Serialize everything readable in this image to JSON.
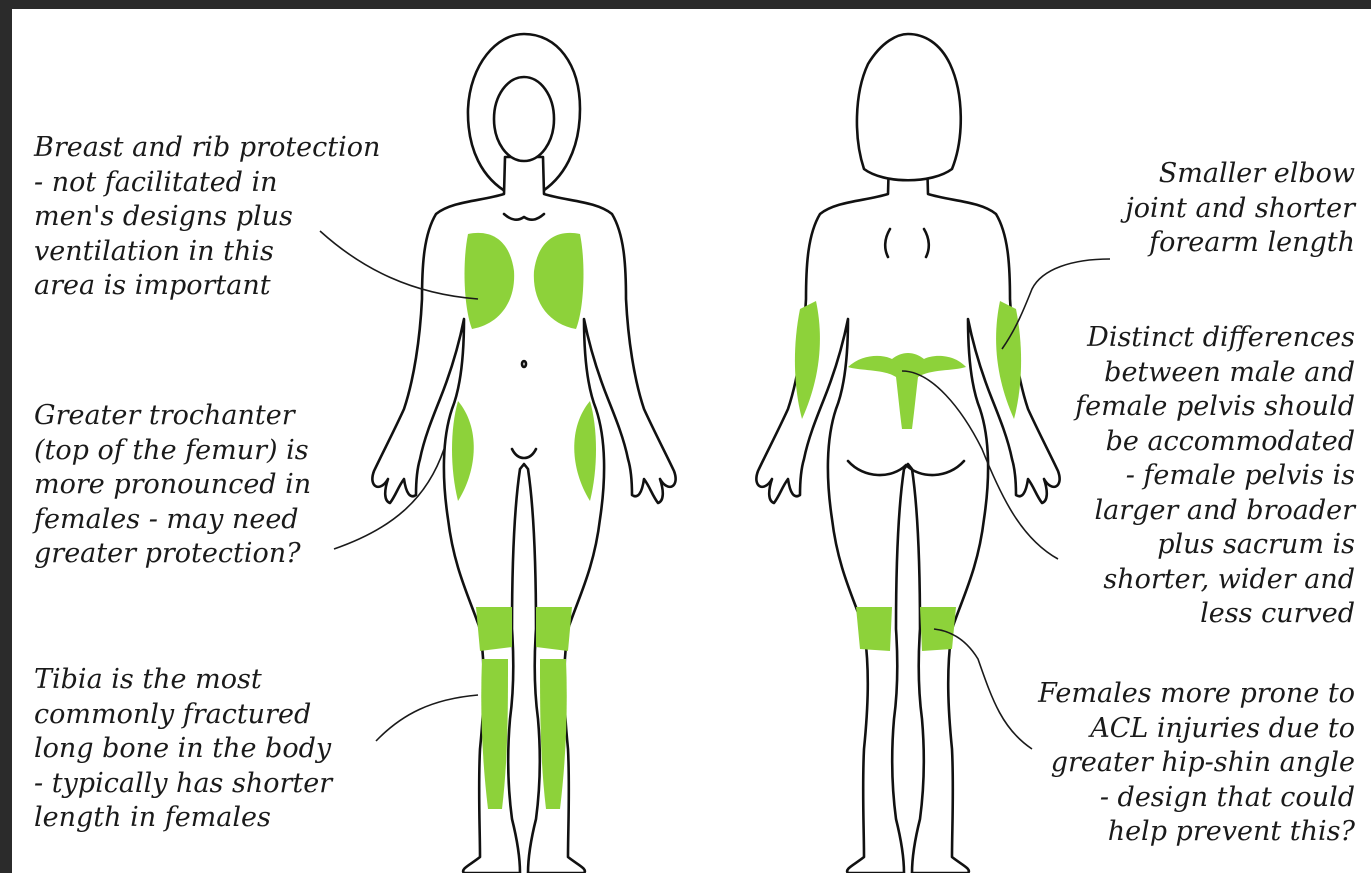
{
  "colors": {
    "highlight": "#8dd23a",
    "outline": "#111111",
    "background": "#ffffff",
    "frame": "#2b2b2b"
  },
  "annotations": {
    "breast": "Breast and rib protection\n- not facilitated in\nmen's designs plus\nventilation in this\narea is important",
    "trochanter": "Greater trochanter\n(top of the femur) is\nmore pronounced in\nfemales - may need\ngreater protection?",
    "tibia": "Tibia is the most\ncommonly fractured\nlong bone in the body\n- typically has shorter\nlength in females",
    "elbow": "Smaller elbow\njoint and shorter\nforearm length",
    "pelvis": "Distinct differences\nbetween male and\nfemale pelvis should\nbe accommodated\n- female pelvis is\nlarger and broader\nplus sacrum is\nshorter, wider and\nless curved",
    "acl": "Females more prone to\nACL injuries due to\ngreater hip-shin angle\n- design that could\nhelp prevent this?"
  }
}
